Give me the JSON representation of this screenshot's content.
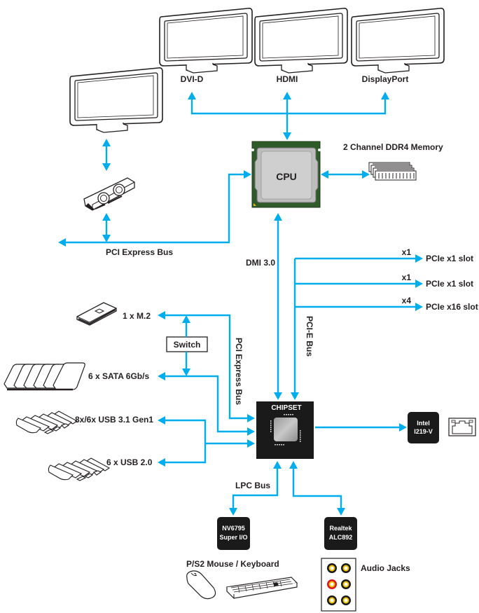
{
  "title": "Block Diagram",
  "colors": {
    "bus": "#00aeef",
    "cpu_substrate": "#2f5b2b",
    "chip_body": "#1a1a1a",
    "text": "#231f20",
    "audio_jack_ring": "#f2c200",
    "audio_jack_highlight": "#d9161c"
  },
  "displays": {
    "dvi": "DVI-D",
    "hdmi": "HDMI",
    "displayport": "DisplayPort"
  },
  "cpu": {
    "label": "CPU"
  },
  "memory": {
    "label": "2 Channel DDR4 Memory"
  },
  "pci_express_bus_top": {
    "label": "PCI Express Bus"
  },
  "dmi": {
    "label": "DMI 3.0"
  },
  "pcie_bus": {
    "label": "PCI-E Bus"
  },
  "pcie_slots": [
    {
      "lanes": "x1",
      "label": "PCIe x1 slot"
    },
    {
      "lanes": "x1",
      "label": "PCIe x1 slot"
    },
    {
      "lanes": "x4",
      "label": "PCIe x16 slot"
    }
  ],
  "storage": {
    "m2": "1 x M.2",
    "switch": "Switch",
    "sata": "6 x SATA 6Gb/s",
    "pci_express_bus": "PCI Express Bus"
  },
  "usb": {
    "usb31": "8x/6x USB 3.1 Gen1",
    "usb20": "6 x USB 2.0"
  },
  "chipset": {
    "label": "CHIPSET"
  },
  "lan": {
    "line1": "Intel",
    "line2": "I219-V"
  },
  "lpc": {
    "label": "LPC Bus"
  },
  "super_io": {
    "line1": "NV6795",
    "line2": "Super I/O"
  },
  "audio_codec": {
    "line1": "Realtek",
    "line2": "ALC892"
  },
  "ps2": {
    "label": "P/S2 Mouse / Keyboard"
  },
  "audio_jacks": {
    "label": "Audio Jacks"
  }
}
